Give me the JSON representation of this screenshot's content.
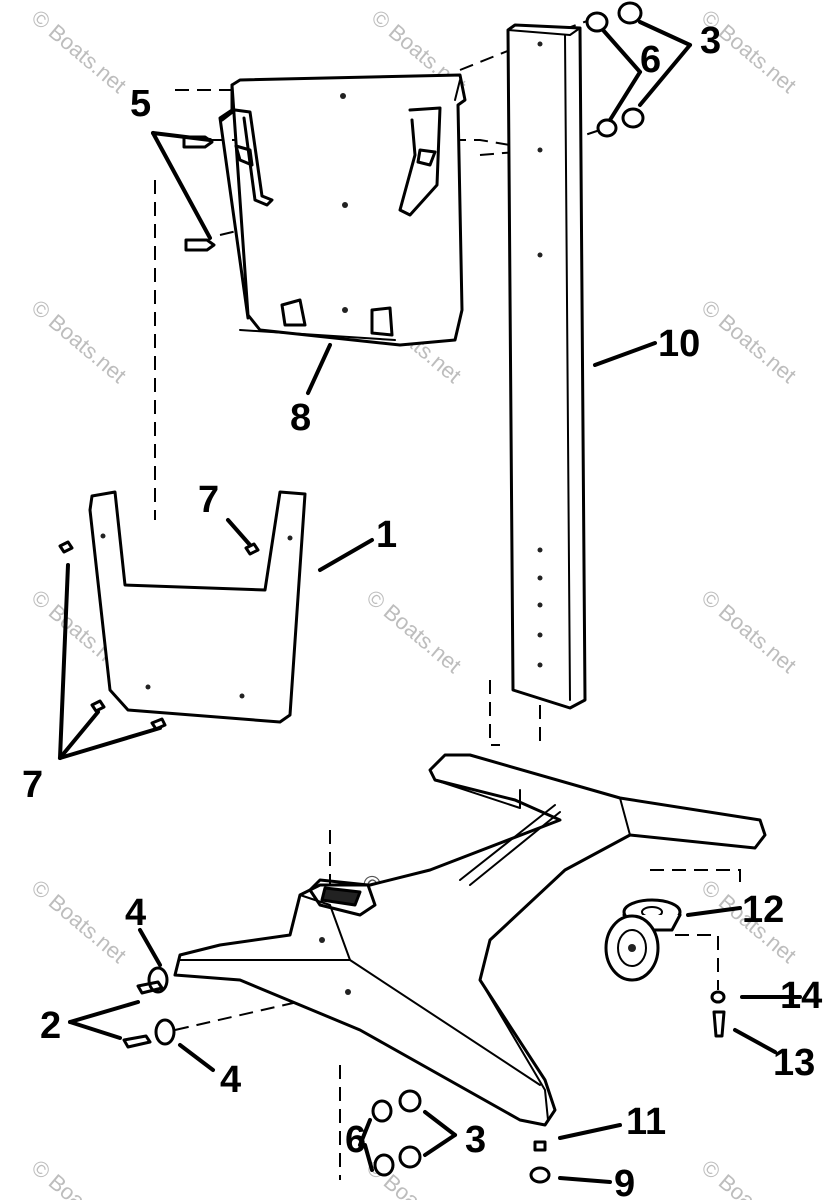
{
  "watermark": {
    "text": "© Boats.net"
  },
  "parts": [
    {
      "id": "part-1",
      "label": "1"
    },
    {
      "id": "part-2",
      "label": "2"
    },
    {
      "id": "part-3-top",
      "label": "3"
    },
    {
      "id": "part-3-bottom",
      "label": "3"
    },
    {
      "id": "part-4-top",
      "label": "4"
    },
    {
      "id": "part-4-bottom",
      "label": "4"
    },
    {
      "id": "part-5",
      "label": "5"
    },
    {
      "id": "part-6-top",
      "label": "6"
    },
    {
      "id": "part-6-bottom",
      "label": "6"
    },
    {
      "id": "part-7-top",
      "label": "7"
    },
    {
      "id": "part-7-bottom",
      "label": "7"
    },
    {
      "id": "part-8",
      "label": "8"
    },
    {
      "id": "part-9",
      "label": "9"
    },
    {
      "id": "part-10",
      "label": "10"
    },
    {
      "id": "part-11",
      "label": "11"
    },
    {
      "id": "part-12",
      "label": "12"
    },
    {
      "id": "part-13",
      "label": "13"
    },
    {
      "id": "part-14",
      "label": "14"
    }
  ]
}
